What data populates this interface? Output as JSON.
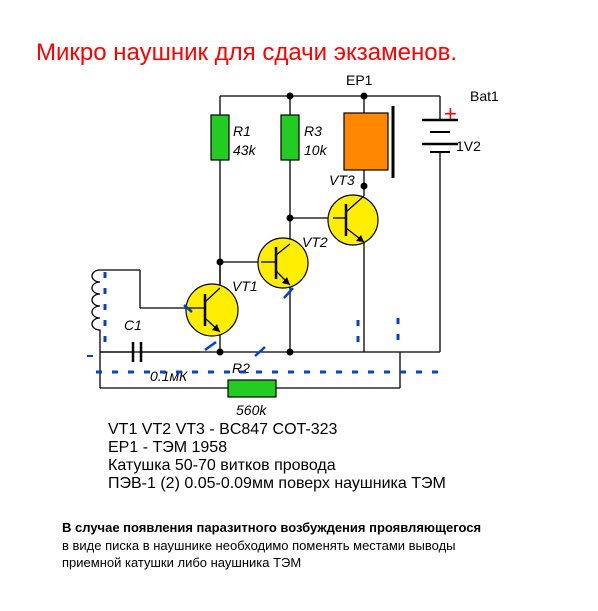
{
  "title": "Микро наушник для сдачи экзаменов.",
  "labels": {
    "ep1": "EP1",
    "bat1": "Bat1",
    "bat_voltage": "1V2",
    "r1_name": "R1",
    "r1_value": "43k",
    "r3_name": "R3",
    "r3_value": "10k",
    "vt1": "VT1",
    "vt2": "VT2",
    "vt3": "VT3",
    "c1_name": "C1",
    "c1_value": "0.1мК",
    "r2_name": "R2",
    "r2_value": "560k",
    "plus": "+"
  },
  "notes": [
    "VT1 VT2 VT3 - BC847 COT-323",
    "EP1 - ТЭМ 1958",
    "Катушка 50-70 витков провода",
    "ПЭВ-1 (2) 0.05-0.09мм поверх наушника ТЭМ"
  ],
  "footer": [
    "В случае появления паразитного возбуждения проявляющегося",
    "в виде писка в наушнике необходимо поменять местами выводы",
    "приемной катушки либо наушника ТЭМ"
  ],
  "colors": {
    "title": "#ff0000",
    "resistor": "#22cc22",
    "transistor": "#ffee00",
    "earphone": "#ff8800",
    "battery_plus": "#ff0000",
    "dashes": "#0044cc"
  }
}
